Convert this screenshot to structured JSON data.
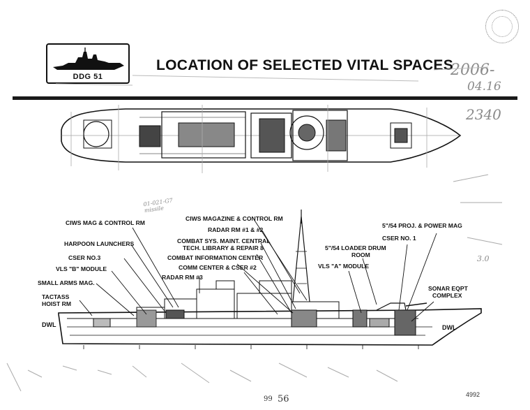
{
  "header": {
    "logo_caption": "DDG 51",
    "title": "LOCATION OF SELECTED VITAL SPACES"
  },
  "handwriting": {
    "date_1": "2006-",
    "date_2": "04.16",
    "code": "2340",
    "scribble_top": "01-021-G7 missile",
    "deck": "3.0",
    "bottom_a": "99",
    "bottom_b": "56"
  },
  "labels": {
    "ciws_mag_control": "CIWS MAG & CONTROL RM",
    "harpoon": "HARPOON LAUNCHERS",
    "cser3": "CSER NO.3",
    "vls_b": "VLS \"B\" MODULE",
    "small_arms": "SMALL ARMS MAG.",
    "tactass_1": "TACTASS",
    "tactass_2": "HOIST RM",
    "ciws_magazine_control": "CIWS MAGAZINE & CONTROL RM",
    "radar12": "RADAR RM #1 & #2",
    "combat_sys_1": "COMBAT SYS. MAINT. CENTRAL",
    "combat_sys_2": "TECH. LIBRARY & REPAIR 8",
    "cic": "COMBAT INFORMATION CENTER",
    "comm_center": "COMM CENTER & CSER #2",
    "radar3": "RADAR RM #3",
    "five54_proj": "5\"/54 PROJ. & POWER MAG",
    "cser1": "CSER NO. 1",
    "five54_loader_1": "5\"/54 LOADER DRUM",
    "five54_loader_2": "ROOM",
    "vls_a": "VLS \"A\" MODULE",
    "sonar_1": "SONAR EQPT",
    "sonar_2": "COMPLEX",
    "dwl_left": "DWL",
    "dwl_right": "DWL"
  },
  "page_number": "4992"
}
